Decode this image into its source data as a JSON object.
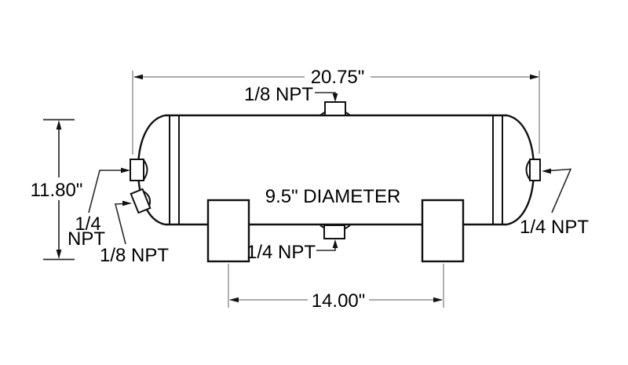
{
  "diagram": {
    "type": "technical-drawing",
    "subject": "air-tank-side-view",
    "dimensions": {
      "overall_length": "20.75\"",
      "overall_height": "11.80\"",
      "diameter_note": "9.5\" DIAMETER",
      "foot_spacing": "14.00\""
    },
    "ports": {
      "top": "1/8 NPT",
      "left_upper_line1": "1/4",
      "left_upper_line2": "NPT",
      "left_lower": "1/8 NPT",
      "bottom": "1/4 NPT",
      "right": "1/4 NPT"
    },
    "colors": {
      "outline": "#111111",
      "dimension_line": "#8f8f8f",
      "text": "#000000",
      "background": "#ffffff"
    }
  }
}
